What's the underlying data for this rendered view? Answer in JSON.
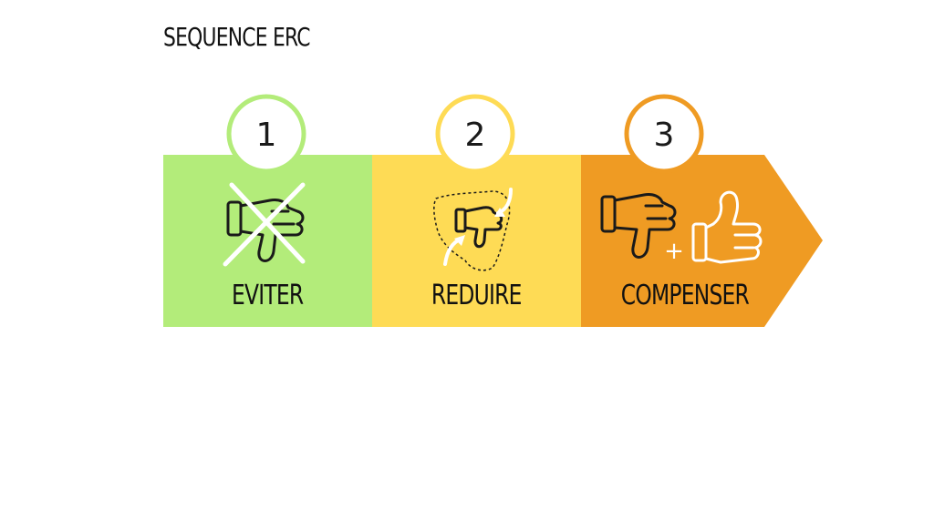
{
  "title": "SEQUENCE ERC",
  "steps": [
    {
      "number": "1",
      "label": "EVITER",
      "color": "#b3ec7a",
      "ring_color": "#b3ec7a",
      "icon": "crossed-thumbs-down-icon"
    },
    {
      "number": "2",
      "label": "REDUIRE",
      "color": "#fedb55",
      "ring_color": "#fedb55",
      "icon": "shrinking-thumbs-down-icon"
    },
    {
      "number": "3",
      "label": "COMPENSER",
      "color": "#ef9b23",
      "ring_color": "#ef9b23",
      "icon": "thumbs-down-plus-thumbs-up-icon"
    }
  ],
  "plus_sign": "+"
}
